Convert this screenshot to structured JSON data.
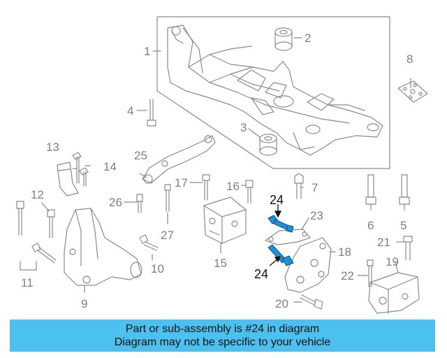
{
  "callouts": {
    "c1": "1",
    "c2": "2",
    "c3": "3",
    "c4": "4",
    "c5": "5",
    "c6": "6",
    "c7": "7",
    "c8": "8",
    "c9": "9",
    "c10": "10",
    "c11": "11",
    "c12": "12",
    "c13": "13",
    "c14": "14",
    "c15": "15",
    "c16": "16",
    "c17": "17",
    "c18": "18",
    "c19": "19",
    "c20": "20",
    "c21": "21",
    "c22": "22",
    "c23": "23",
    "c24a": "24",
    "c24b": "24",
    "c25": "25",
    "c26": "26",
    "c27": "27"
  },
  "banner": {
    "line1": "Part or sub-assembly is #24 in diagram",
    "line2": "Diagram may not be specific to your vehicle"
  },
  "colors": {
    "outline": "#8a8a8a",
    "label": "#7f7f7f",
    "highlight_part": "#1e90d8",
    "banner": "#4cc1f0"
  }
}
